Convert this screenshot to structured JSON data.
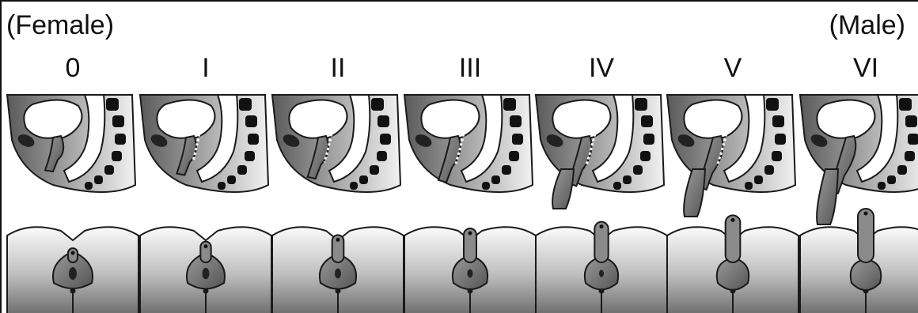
{
  "labels": {
    "female": "(Female)",
    "male": "(Male)"
  },
  "stages": [
    {
      "label": "0"
    },
    {
      "label": "I"
    },
    {
      "label": "II"
    },
    {
      "label": "III"
    },
    {
      "label": "IV"
    },
    {
      "label": "V"
    },
    {
      "label": "VI"
    }
  ],
  "colors": {
    "outline": "#1a1a1a",
    "shade_dark": "#5a5a5a",
    "shade_light": "#f2f2f2",
    "vertebra": "#111111"
  }
}
